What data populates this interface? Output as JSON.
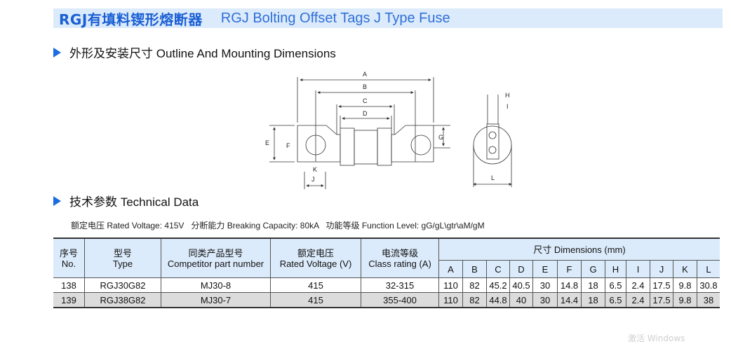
{
  "header": {
    "title_cn": "RGJ有填料锲形熔断器",
    "title_en": "RGJ Bolting Offset Tags J Type Fuse",
    "accent_color": "#1a5fd4",
    "bar_color": "#dcebfb"
  },
  "sections": {
    "outline": {
      "icon": "triangle-right-icon",
      "label": "外形及安装尺寸 Outline And Mounting Dimensions"
    },
    "technical": {
      "icon": "triangle-right-icon",
      "label": "技术参数 Technical  Data"
    }
  },
  "drawing": {
    "labels": [
      "A",
      "B",
      "C",
      "D",
      "E",
      "F",
      "G",
      "H",
      "I",
      "J",
      "K",
      "L"
    ]
  },
  "params": {
    "text": "额定电压 Rated Voltage: 415V   分断能力 Breaking Capacity: 80kA   功能等级 Function Level: gG/gL\\gtr\\aM/gM"
  },
  "table": {
    "headers": {
      "no_cn": "序号",
      "no_en": "No.",
      "type_cn": "型号",
      "type_en": "Type",
      "comp_cn": "同类产品型号",
      "comp_en": "Competitor part number",
      "volt_cn": "额定电压",
      "volt_en": "Rated Voltage (V)",
      "class_cn": "电流等级",
      "class_en": "Class rating (A)",
      "dims": "尺寸 Dimensions (mm)",
      "dim_cols": [
        "A",
        "B",
        "C",
        "D",
        "E",
        "F",
        "G",
        "H",
        "I",
        "J",
        "K",
        "L"
      ]
    },
    "rows": [
      {
        "no": "138",
        "type": "RGJ30G82",
        "competitor": "MJ30-8",
        "voltage": "415",
        "class": "32-315",
        "dims": [
          "110",
          "82",
          "45.2",
          "40.5",
          "30",
          "14.8",
          "18",
          "6.5",
          "2.4",
          "17.5",
          "9.8",
          "30.8"
        ]
      },
      {
        "no": "139",
        "type": "RGJ38G82",
        "competitor": "MJ30-7",
        "voltage": "415",
        "class": "355-400",
        "dims": [
          "110",
          "82",
          "44.8",
          "40",
          "30",
          "14.4",
          "18",
          "6.5",
          "2.4",
          "17.5",
          "9.8",
          "38"
        ]
      }
    ]
  },
  "watermark": "激活 Windows"
}
